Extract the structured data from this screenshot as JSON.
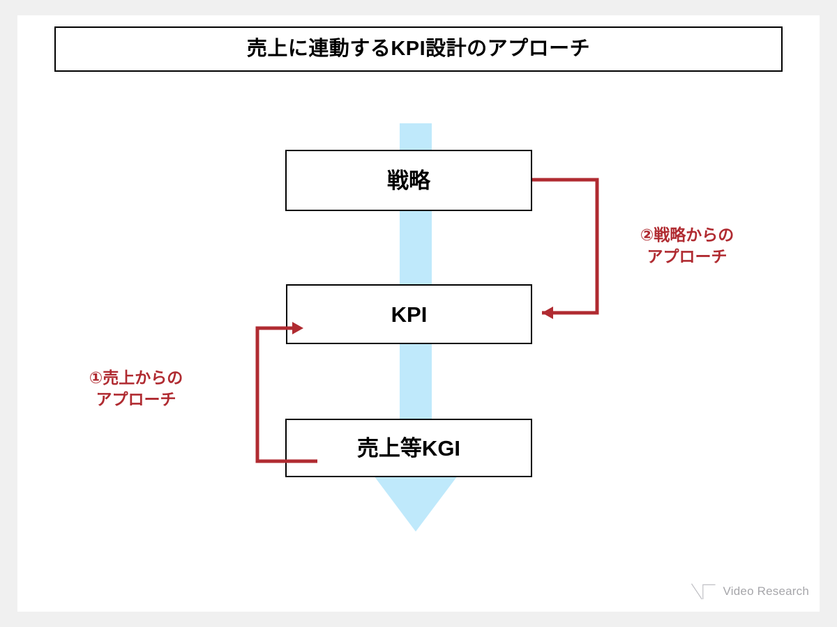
{
  "slide": {
    "title": "売上に連動するKPI設計のアプローチ",
    "background_color": "#FFFFFF",
    "page_background_color": "#F0F0F0"
  },
  "flow": {
    "arrow_color": "#BFE9FB",
    "boxes": [
      {
        "id": "strategy",
        "label": "戦略"
      },
      {
        "id": "kpi",
        "label": "KPI"
      },
      {
        "id": "kgi",
        "label": "売上等KGI"
      }
    ]
  },
  "annotations": {
    "accent_color": "#B02B31",
    "items": [
      {
        "id": "sales-approach",
        "line1": "①売上からの",
        "line2": "アプローチ"
      },
      {
        "id": "strategy-approach",
        "line1": "②戦略からの",
        "line2": "アプローチ"
      }
    ]
  },
  "logo": {
    "text": "Video Research",
    "color": "#A6A6AA"
  }
}
